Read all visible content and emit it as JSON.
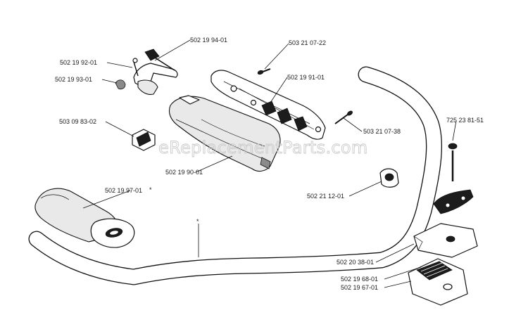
{
  "watermark": "eReplacementParts.com",
  "labels": {
    "p_502_19_94_01": "502 19 94-01",
    "p_502_19_92_01": "502 19 92-01",
    "p_502_19_93_01": "502 19 93-01",
    "p_503_21_07_22": "503 21 07-22",
    "p_502_19_91_01": "502 19 91-01",
    "p_503_09_83_02": "503 09 83-02",
    "p_503_21_07_38": "503 21 07-38",
    "p_725_23_81_51": "725 23 81-51",
    "p_502_19_90_01": "502 19 90-01",
    "p_502_19_97_01": "502 19 97-01",
    "p_502_19_97_01_mark": "*",
    "p_502_21_12_01": "502 21 12-01",
    "p_handlebar_mark": "*",
    "p_502_20_38_01": "502 20 38-01",
    "p_502_19_68_01": "502 19 68-01",
    "p_502_19_67_01": "502 19 67-01"
  }
}
